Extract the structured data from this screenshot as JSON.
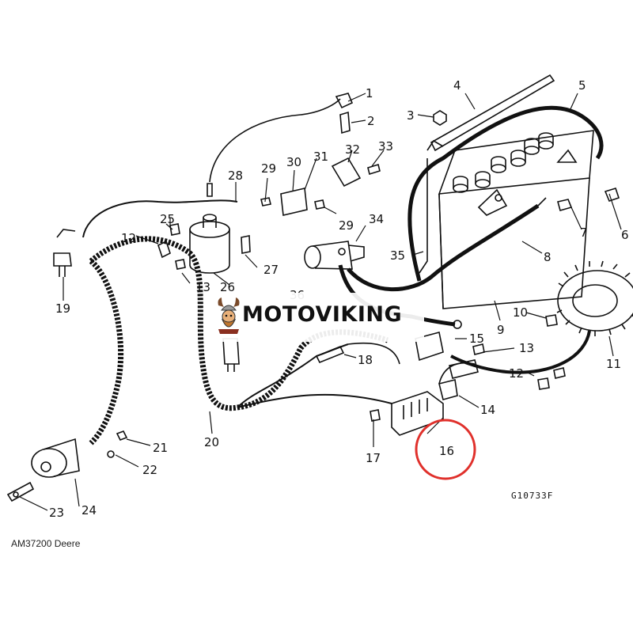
{
  "callouts": [
    "1",
    "2",
    "3",
    "4",
    "5",
    "6",
    "7",
    "8",
    "9",
    "10",
    "11",
    "12",
    "12",
    "13",
    "13",
    "14",
    "15",
    "16",
    "17",
    "18",
    "19",
    "20",
    "21",
    "22",
    "23",
    "24",
    "25",
    "26",
    "27",
    "28",
    "29",
    "29",
    "30",
    "31",
    "32",
    "33",
    "34",
    "35",
    "36"
  ],
  "highlighted_callout": "16",
  "highlight_color": "#e0302b",
  "watermark": {
    "text": "MOTOVIKING",
    "logo": "viking-helmet-logo"
  },
  "drawing_number": "G10733F",
  "caption": "AM37200 Deere"
}
